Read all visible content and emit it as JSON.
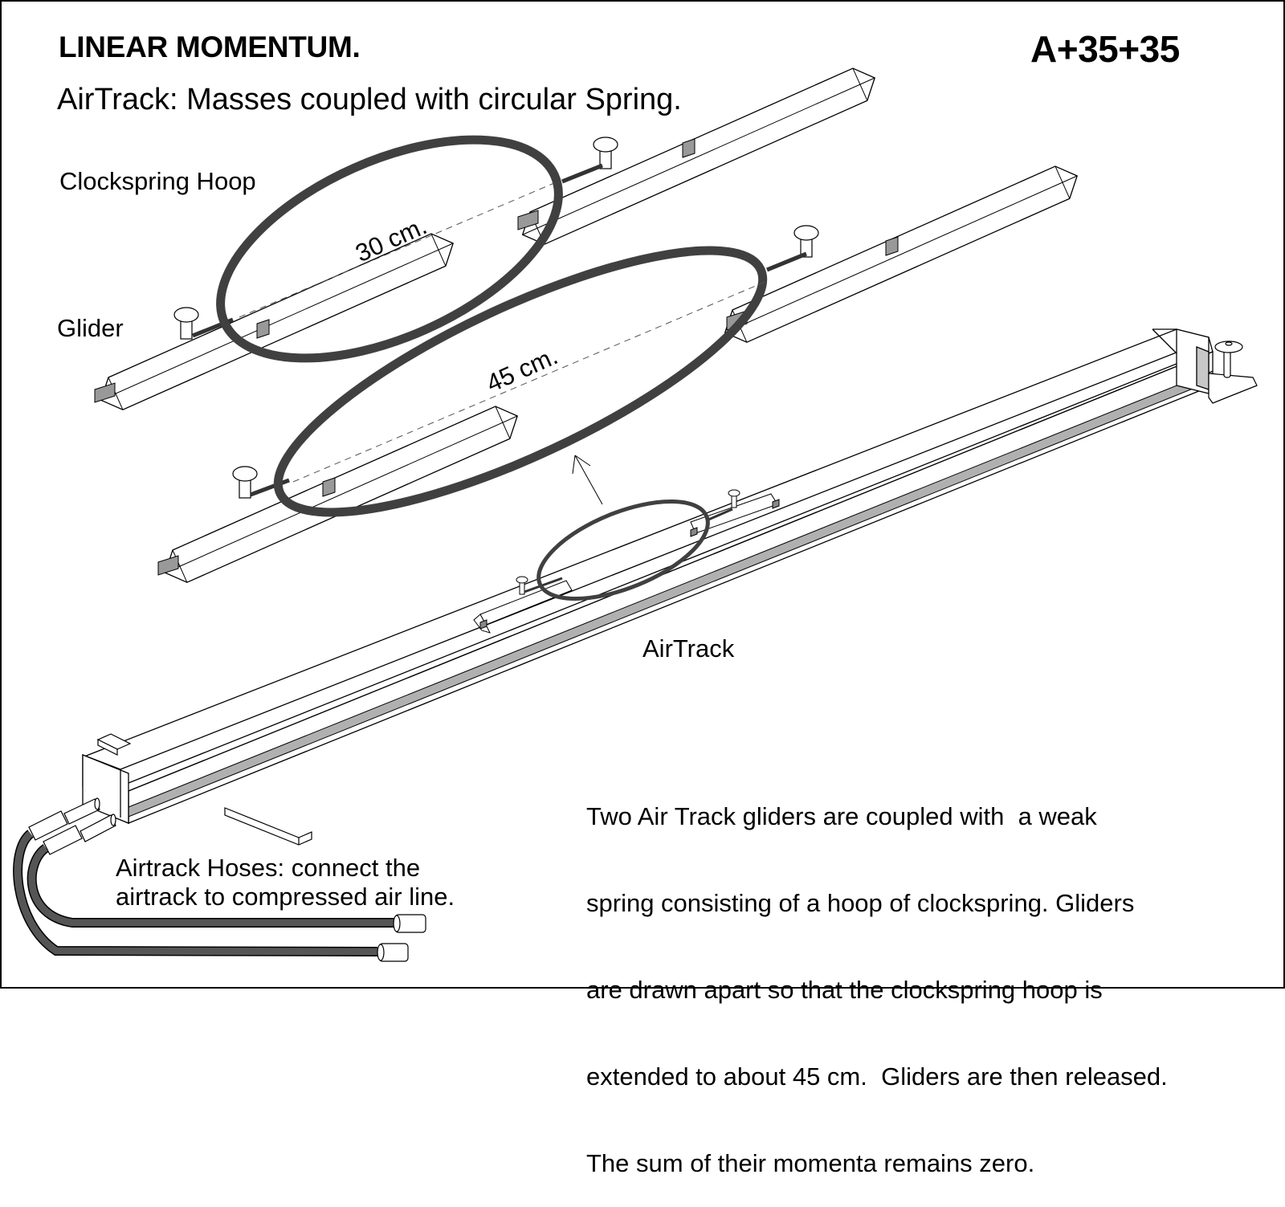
{
  "header": {
    "title": "LINEAR MOMENTUM.",
    "code": "A+35+35",
    "subtitle": "AirTrack: Masses coupled with circular Spring."
  },
  "labels": {
    "clockspring_hoop": "Clockspring Hoop",
    "glider": "Glider",
    "airtrack": "AirTrack",
    "distance_30": "30 cm.",
    "distance_45": "45 cm."
  },
  "hoses_note": {
    "lines": [
      "Airtrack Hoses: connect the",
      "airtrack to compressed air line."
    ]
  },
  "description": {
    "lines": [
      "Two Air Track gliders are coupled with  a weak",
      "spring consisting of a hoop of clockspring. Gliders",
      "are drawn apart so that the clockspring hoop is",
      "extended to about 45 cm.  Gliders are then released.",
      "The sum of their momenta remains zero."
    ]
  },
  "colors": {
    "spring": "#404040",
    "hose": "#555555",
    "track_channel": "#b0b0b0",
    "bumper": "#999999",
    "line": "#000000"
  }
}
